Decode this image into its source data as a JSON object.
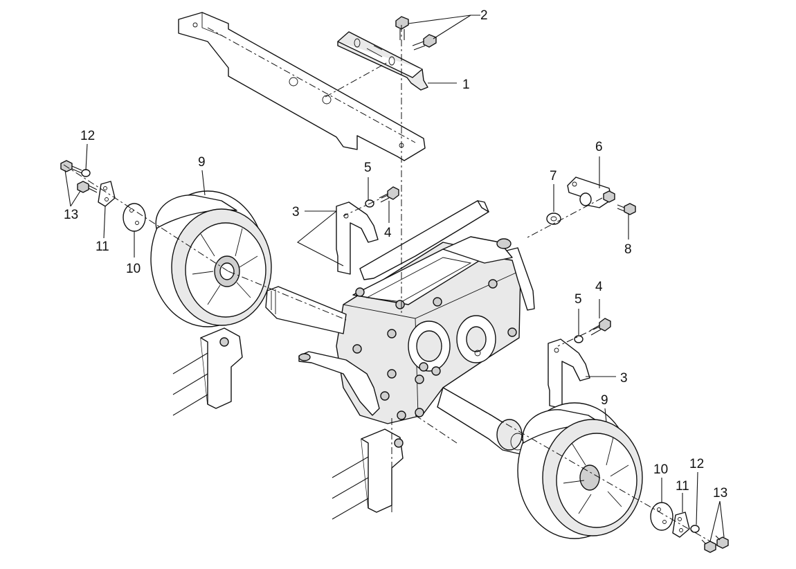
{
  "callouts": [
    {
      "id": "1",
      "text": "1"
    },
    {
      "id": "2",
      "text": "2"
    },
    {
      "id": "3a",
      "text": "3"
    },
    {
      "id": "3b",
      "text": "3"
    },
    {
      "id": "4a",
      "text": "4"
    },
    {
      "id": "4b",
      "text": "4"
    },
    {
      "id": "5a",
      "text": "5"
    },
    {
      "id": "5b",
      "text": "5"
    },
    {
      "id": "6",
      "text": "6"
    },
    {
      "id": "7",
      "text": "7"
    },
    {
      "id": "8",
      "text": "8"
    },
    {
      "id": "9a",
      "text": "9"
    },
    {
      "id": "9b",
      "text": "9"
    },
    {
      "id": "10a",
      "text": "10"
    },
    {
      "id": "10b",
      "text": "10"
    },
    {
      "id": "11a",
      "text": "11"
    },
    {
      "id": "11b",
      "text": "11"
    },
    {
      "id": "12a",
      "text": "12"
    },
    {
      "id": "12b",
      "text": "12"
    },
    {
      "id": "13a",
      "text": "13"
    },
    {
      "id": "13b",
      "text": "13"
    }
  ]
}
